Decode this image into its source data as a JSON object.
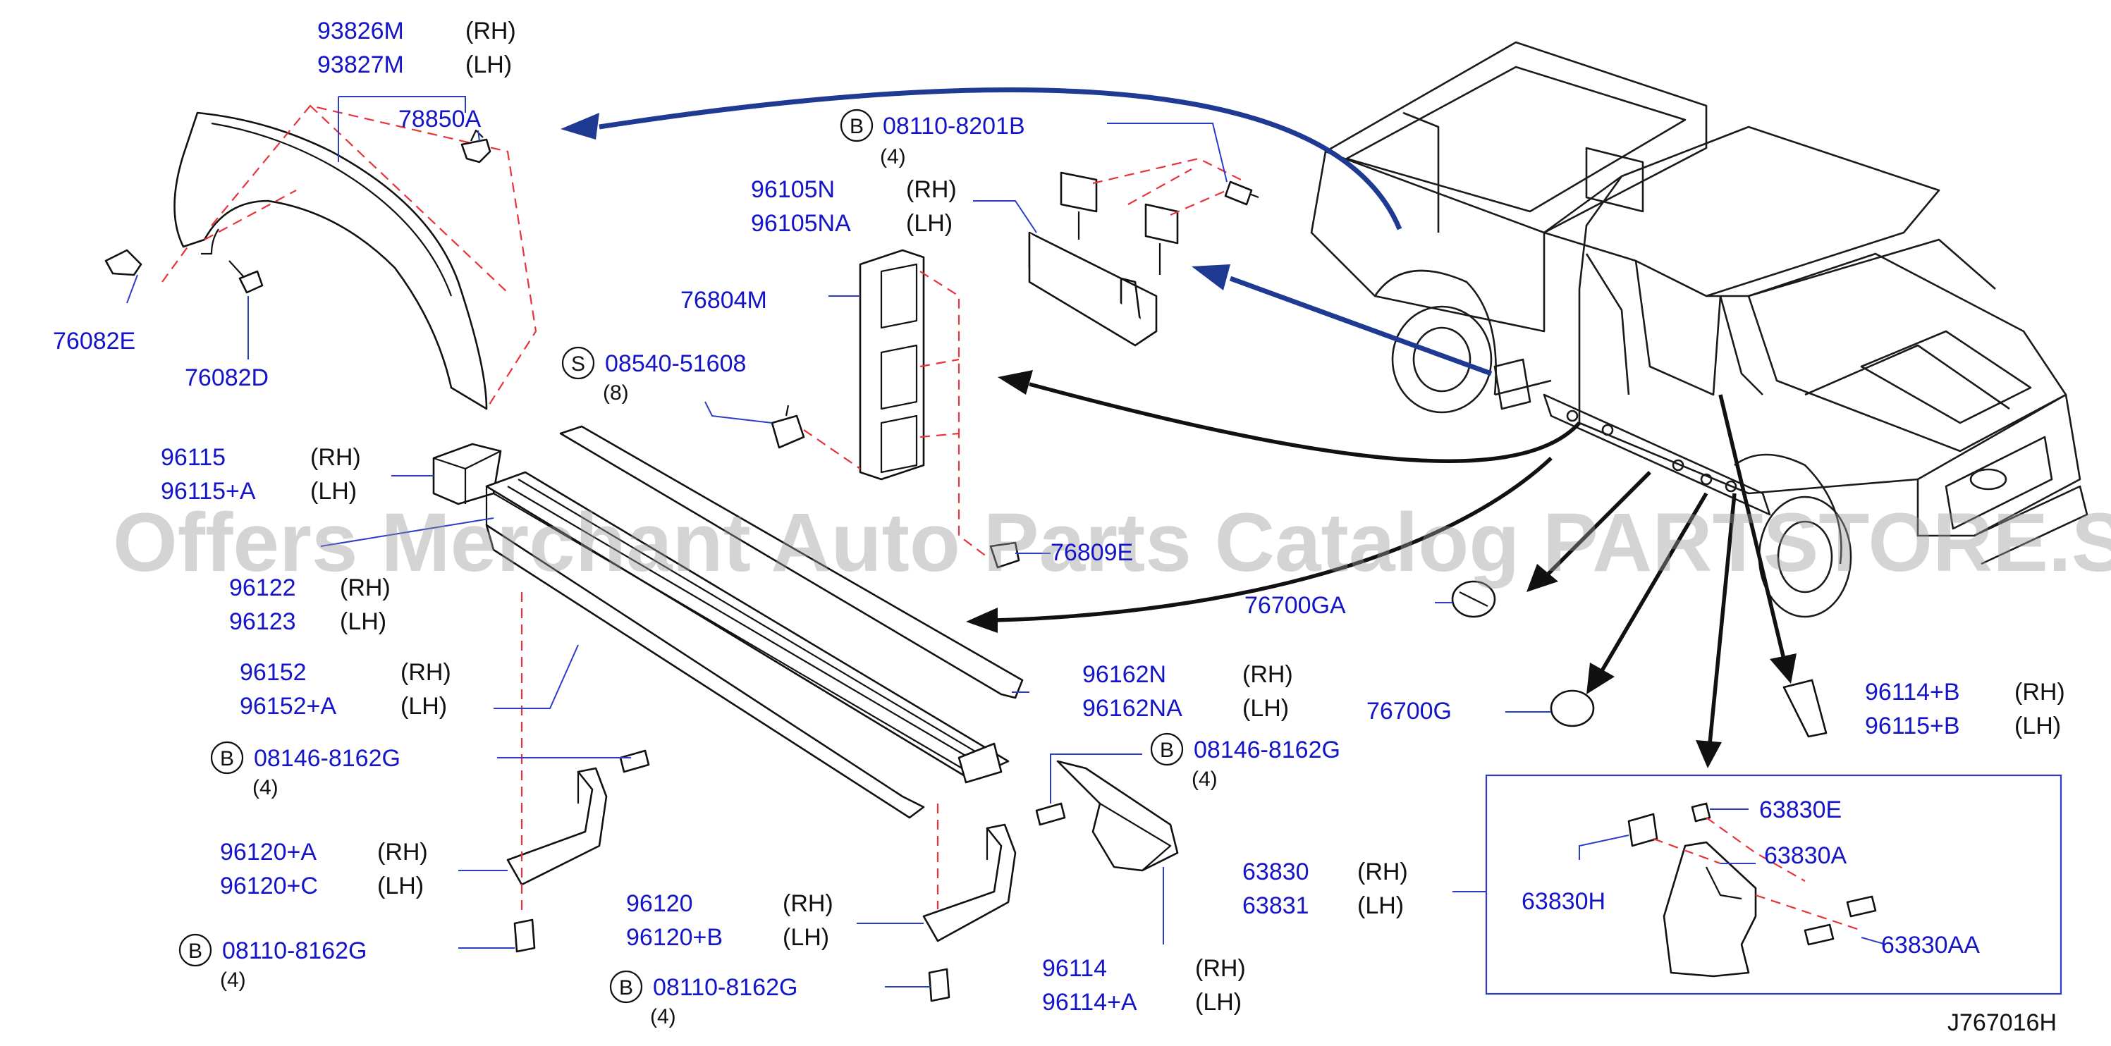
{
  "diagram_code": "J767016H",
  "watermark": "Offers Merchant Auto Parts Catalog PARTSTORE.SA",
  "colors": {
    "part_number": "#1414c8",
    "leader": "#2a3cc8",
    "dashed": "#e8323c",
    "arrow_blue": "#1f3a93",
    "arrow_black": "#111111"
  },
  "callouts": {
    "c93826": {
      "pn1": "93826M",
      "side1": "(RH)",
      "pn2": "93827M",
      "side2": "(LH)"
    },
    "c78850": {
      "pn": "78850A"
    },
    "c76082E": {
      "pn": "76082E"
    },
    "c76082D": {
      "pn": "76082D"
    },
    "c081108201": {
      "badge": "B",
      "pn": "08110-8201B",
      "qty": "(4)"
    },
    "c96105": {
      "pn1": "96105N",
      "side1": "(RH)",
      "pn2": "96105NA",
      "side2": "(LH)"
    },
    "c76804": {
      "pn": "76804M"
    },
    "c08540": {
      "badge": "S",
      "pn": "08540-51608",
      "qty": "(8)"
    },
    "c96115": {
      "pn1": "96115",
      "side1": "(RH)",
      "pn2": "96115+A",
      "side2": "(LH)"
    },
    "c76809": {
      "pn": "76809E"
    },
    "c96122": {
      "pn1": "96122",
      "side1": "(RH)",
      "pn2": "96123",
      "side2": "(LH)"
    },
    "c76700GA": {
      "pn": "76700GA"
    },
    "c96152": {
      "pn1": "96152",
      "side1": "(RH)",
      "pn2": "96152+A",
      "side2": "(LH)"
    },
    "c96162": {
      "pn1": "96162N",
      "side1": "(RH)",
      "pn2": "96162NA",
      "side2": "(LH)"
    },
    "c76700G": {
      "pn": "76700G"
    },
    "c96114B": {
      "pn1": "96114+B",
      "side1": "(RH)",
      "pn2": "96115+B",
      "side2": "(LH)"
    },
    "c08146a": {
      "badge": "B",
      "pn": "08146-8162G",
      "qty": "(4)"
    },
    "c08146b": {
      "badge": "B",
      "pn": "08146-8162G",
      "qty": "(4)"
    },
    "c96120A": {
      "pn1": "96120+A",
      "side1": "(RH)",
      "pn2": "96120+C",
      "side2": "(LH)"
    },
    "c96120": {
      "pn1": "96120",
      "side1": "(RH)",
      "pn2": "96120+B",
      "side2": "(LH)"
    },
    "c08110a": {
      "badge": "B",
      "pn": "08110-8162G",
      "qty": "(4)"
    },
    "c08110b": {
      "badge": "B",
      "pn": "08110-8162G",
      "qty": "(4)"
    },
    "c96114": {
      "pn1": "96114",
      "side1": "(RH)",
      "pn2": "96114+A",
      "side2": "(LH)"
    },
    "c63830": {
      "pn1": "63830",
      "side1": "(RH)",
      "pn2": "63831",
      "side2": "(LH)"
    },
    "c63830E": {
      "pn": "63830E"
    },
    "c63830A": {
      "pn": "63830A"
    },
    "c63830H": {
      "pn": "63830H"
    },
    "c63830AA": {
      "pn": "63830AA"
    }
  }
}
